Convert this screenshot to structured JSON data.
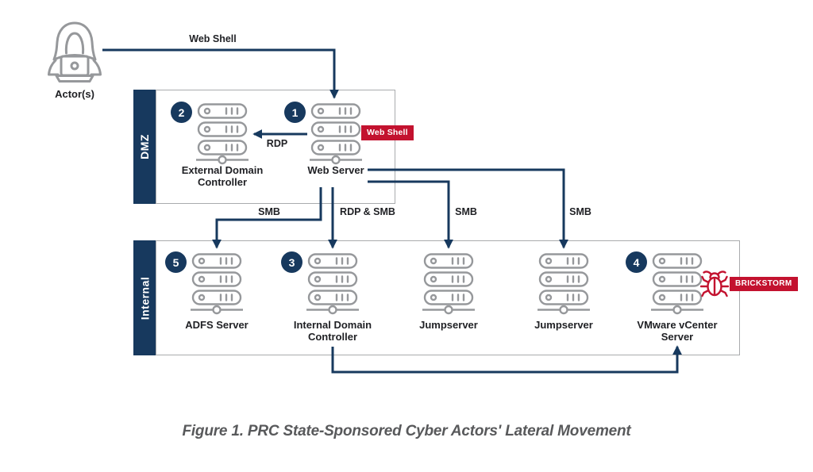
{
  "figure": {
    "caption": "Figure 1. PRC State-Sponsored Cyber Actors' Lateral Movement"
  },
  "actor": {
    "label": "Actor(s)"
  },
  "zones": {
    "dmz": {
      "label": "DMZ"
    },
    "internal": {
      "label": "Internal"
    }
  },
  "servers": {
    "external_dc": {
      "badge": "2",
      "label": "External Domain Controller"
    },
    "web_server": {
      "badge": "1",
      "label": "Web Server",
      "tag": "Web Shell"
    },
    "adfs": {
      "badge": "5",
      "label": "ADFS Server"
    },
    "internal_dc": {
      "badge": "3",
      "label": "Internal Domain Controller"
    },
    "jumpserver_1": {
      "label": "Jumpserver"
    },
    "jumpserver_2": {
      "label": "Jumpserver"
    },
    "vcenter": {
      "badge": "4",
      "label": "VMware vCenter Server",
      "tag": "BRICKSTORM"
    }
  },
  "edges": {
    "actor_to_webserver": {
      "label": "Web Shell"
    },
    "webserver_to_external_dc": {
      "label": "RDP"
    },
    "webserver_to_adfs": {
      "label": "SMB"
    },
    "webserver_to_internal_dc": {
      "label": "RDP & SMB"
    },
    "webserver_to_jumpserver_1": {
      "label": "SMB"
    },
    "webserver_to_jumpserver_2": {
      "label": "SMB"
    }
  },
  "colors": {
    "navy": "#17395e",
    "red": "#c3122f",
    "icon_gray": "#96989b",
    "border_gray": "#a9abad",
    "text_dark": "#1f2024",
    "caption_gray": "#58595b"
  }
}
